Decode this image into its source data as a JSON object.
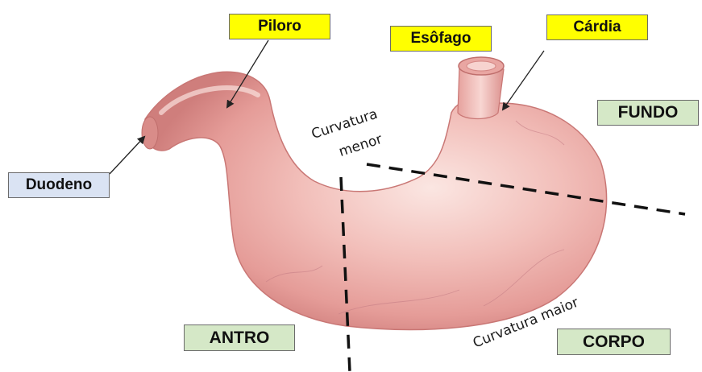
{
  "labels": {
    "piloro": "Piloro",
    "esofago": "Esôfago",
    "cardia": "Cárdia",
    "fundo": "FUNDO",
    "duodeno": "Duodeno",
    "antro": "ANTRO",
    "corpo": "CORPO",
    "curvatura_menor_1": "Curvatura",
    "curvatura_menor_2": "menor",
    "curvatura_maior": "Curvatura maior"
  },
  "colors": {
    "label_yellow": "#ffff00",
    "label_blue": "#dae3f3",
    "label_green": "#d5e8c7",
    "stomach": "#e8a2a0"
  }
}
